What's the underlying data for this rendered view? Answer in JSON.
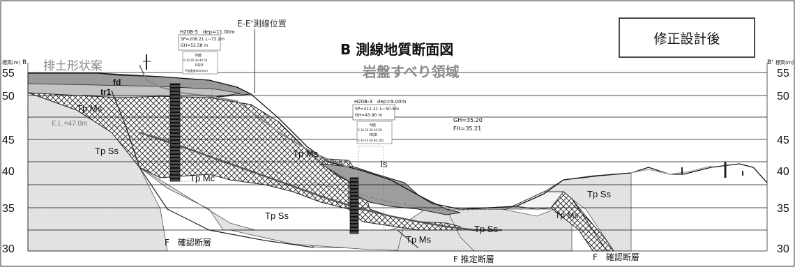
{
  "titles": {
    "main": "B 測線地質断面図",
    "sub": "岩盤すべり領域",
    "status_box": "修正設計後",
    "cross_line": "E-E'測線位置",
    "excavation": "排土形状案"
  },
  "axis": {
    "left_label": "B",
    "right_label": "B'",
    "left_unit_label": "標高(m)",
    "right_unit_label": "標高(m)",
    "ticks": [
      "55",
      "50",
      "45",
      "40",
      "35",
      "30"
    ]
  },
  "units": {
    "fd": "fd",
    "tr1": "tr1",
    "tp_ms_upper": "Tp Ms",
    "tp_ss_left": "Tp Ss",
    "tp_mc": "Tp Mc",
    "tp_ms_mid": "Tp Ms",
    "ls": "ls",
    "tp_ss_center": "Tp Ss",
    "tp_ss_lower": "Tp Ss",
    "tp_ms_lower": "Tp Ms",
    "tp_ss_right": "Tp Ss",
    "tp_ms_right": "Tp Ms",
    "el_label": "E.L.=47.0m"
  },
  "faults": {
    "left": "F　確認断層",
    "center": "F 推定断層",
    "right": "F　確認断層"
  },
  "boreholes": [
    {
      "name": "H20B-5",
      "name_line": "H20B-5　dep=11.00m",
      "line1": "SP=208.21 L~73.2m",
      "line2": "GH=52.58 m",
      "n_value": "N値",
      "scale": "0  10  20  30  40  50",
      "rqd": "RQD",
      "extra": "P波速度(km/sec)"
    },
    {
      "name": "H20B-3",
      "name_line": "H20B-3　dep=9.00m",
      "line1": "SP=211.21 L~50.5m",
      "line2": "GH=43.90 m",
      "n_value": "N値",
      "scale": "0 10 20 30 40 50",
      "rqd": "RQD",
      "extra": "0  20  40  60  80 100"
    }
  ],
  "annotations": {
    "gh": "GH=35.20",
    "fh": "FH=35.21"
  },
  "colors": {
    "surface_fill": "#9a9a9a",
    "tp_ss_fill": "#e3e3e3",
    "hatch": "#222222",
    "grid": "#111111"
  }
}
